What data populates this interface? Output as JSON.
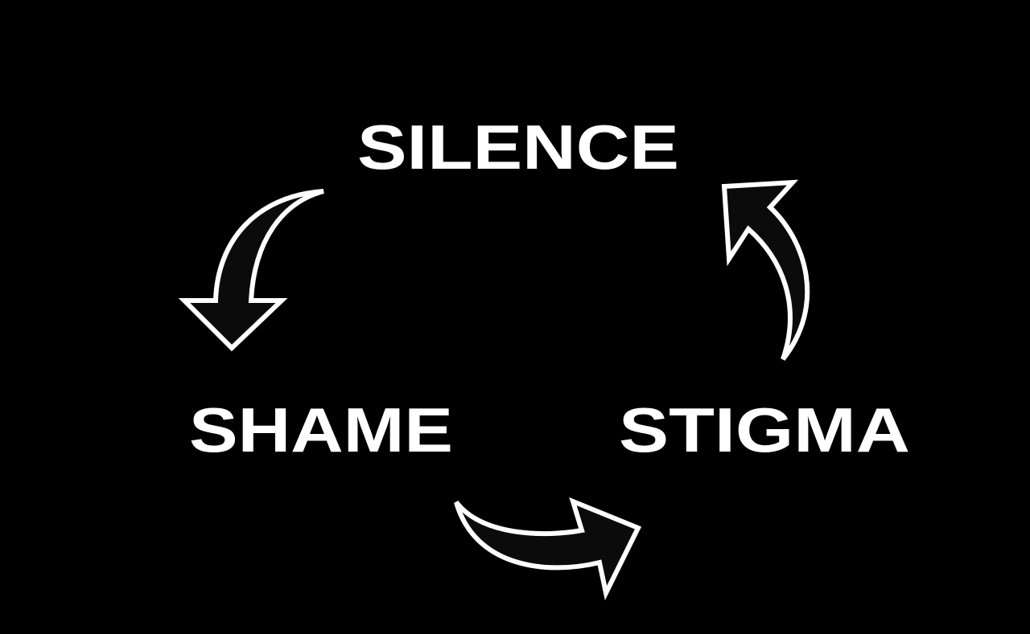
{
  "diagram": {
    "type": "cycle",
    "background": "#000000",
    "text_color": "#ffffff",
    "nodes": [
      {
        "id": "silence",
        "label": "SILENCE"
      },
      {
        "id": "shame",
        "label": "SHAME"
      },
      {
        "id": "stigma",
        "label": "STIGMA"
      }
    ],
    "edges": [
      {
        "from": "silence",
        "to": "shame",
        "icon": "curved-arrow-down-left"
      },
      {
        "from": "shame",
        "to": "stigma",
        "icon": "curved-arrow-right"
      },
      {
        "from": "stigma",
        "to": "silence",
        "icon": "curved-arrow-up-left"
      }
    ]
  }
}
